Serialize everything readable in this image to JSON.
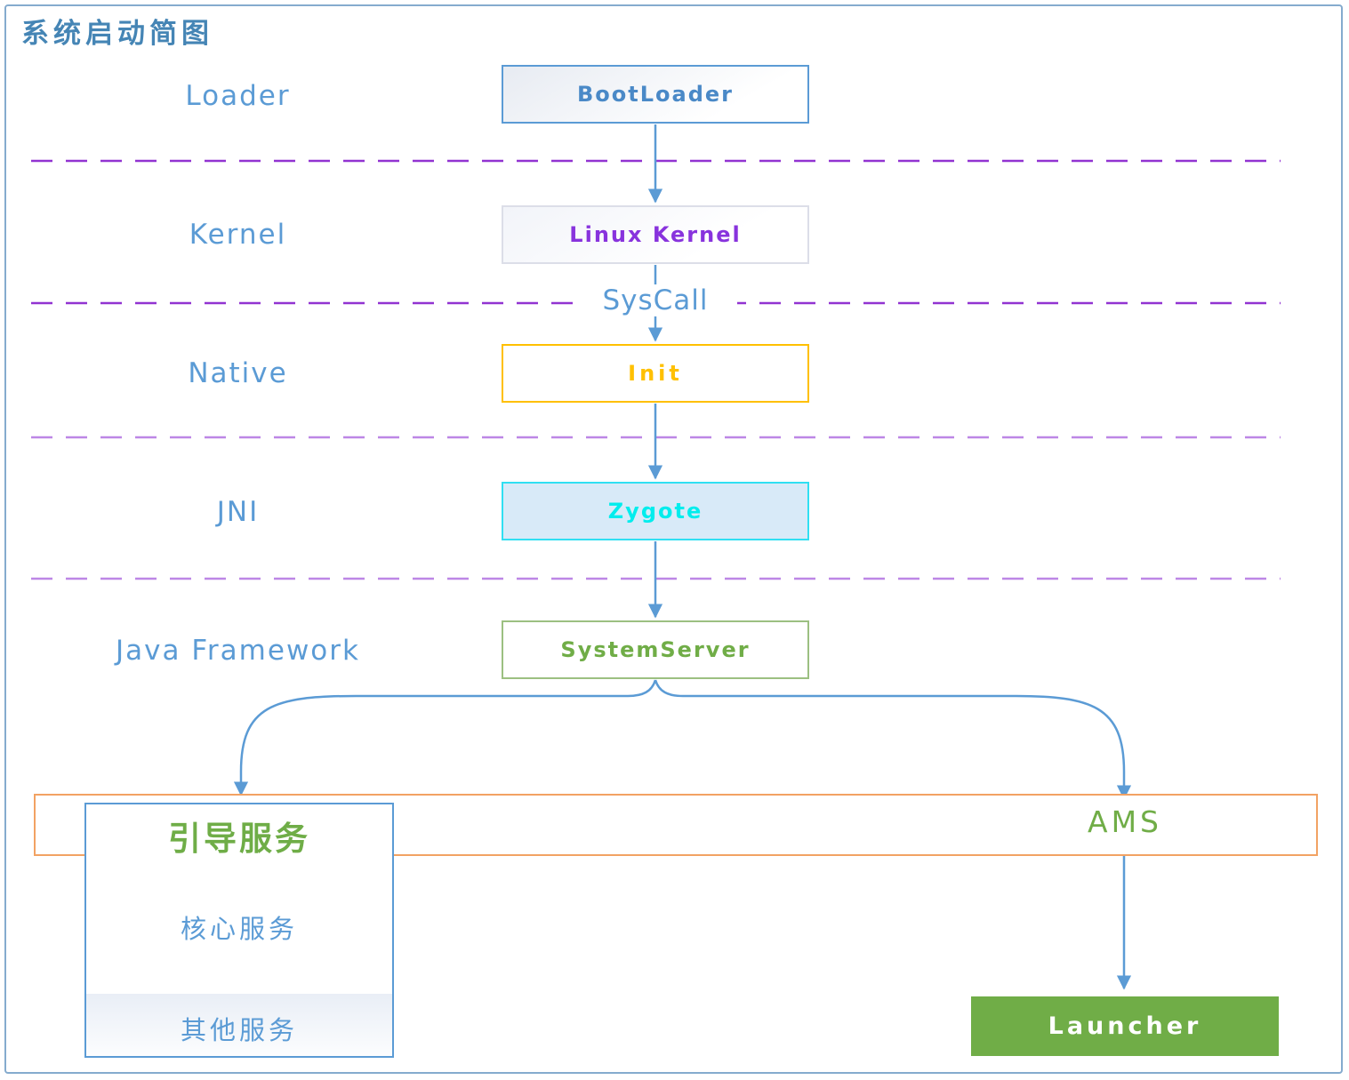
{
  "title": "系统启动简图",
  "layers": {
    "loader": "Loader",
    "kernel": "Kernel",
    "native": "Native",
    "jni": "JNI",
    "java_framework": "Java Framework"
  },
  "annotations": {
    "syscall": "SysCall"
  },
  "nodes": {
    "bootloader": "BootLoader",
    "linux_kernel": "Linux Kernel",
    "init": "Init",
    "zygote": "Zygote",
    "system_server": "SystemServer",
    "boot_services": "引导服务",
    "core_services": "核心服务",
    "other_services": "其他服务",
    "ams": "AMS",
    "launcher": "Launcher"
  },
  "colors": {
    "frame_border": "#85abce",
    "title_text": "#4585b5",
    "layer_label_text": "#5b9bd5",
    "arrow": "#5b9bd5",
    "divider_dark_purple": "#9233d1",
    "divider_light_purple": "#bd87e6",
    "bootloader_text": "#4a89c7",
    "bootloader_border": "#5b9bd5",
    "linux_kernel_text": "#8833dd",
    "linux_kernel_border": "#dcdee8",
    "init_accent": "#ffc000",
    "zygote_border": "#30dff2",
    "zygote_text": "#00eded",
    "zygote_fill": "#d8eaf8",
    "system_server_border": "#9cc081",
    "green_accent": "#70ad47",
    "orange_band_border": "#f2a263",
    "services_box_border": "#5b9bd5",
    "launcher_fill": "#70ad47",
    "launcher_text": "#ffffff"
  }
}
